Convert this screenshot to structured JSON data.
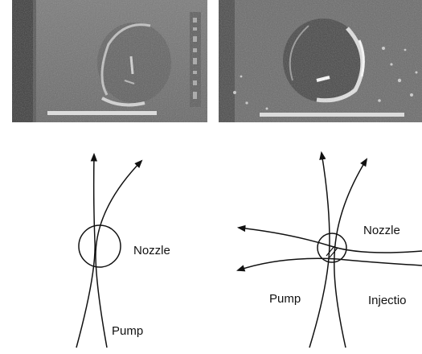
{
  "figure": {
    "left_diagram": {
      "labels": {
        "nozzle": "Nozzle",
        "pump": "Pump"
      }
    },
    "right_diagram": {
      "labels": {
        "nozzle": "Nozzle",
        "pump": "Pump",
        "injection": "Injectio"
      }
    }
  },
  "colors": {
    "photo_background": "#6f6f6f",
    "photo_dark_band": "#3e3e3e",
    "scale_bar": "#dcdcdc",
    "line": "#111111"
  }
}
